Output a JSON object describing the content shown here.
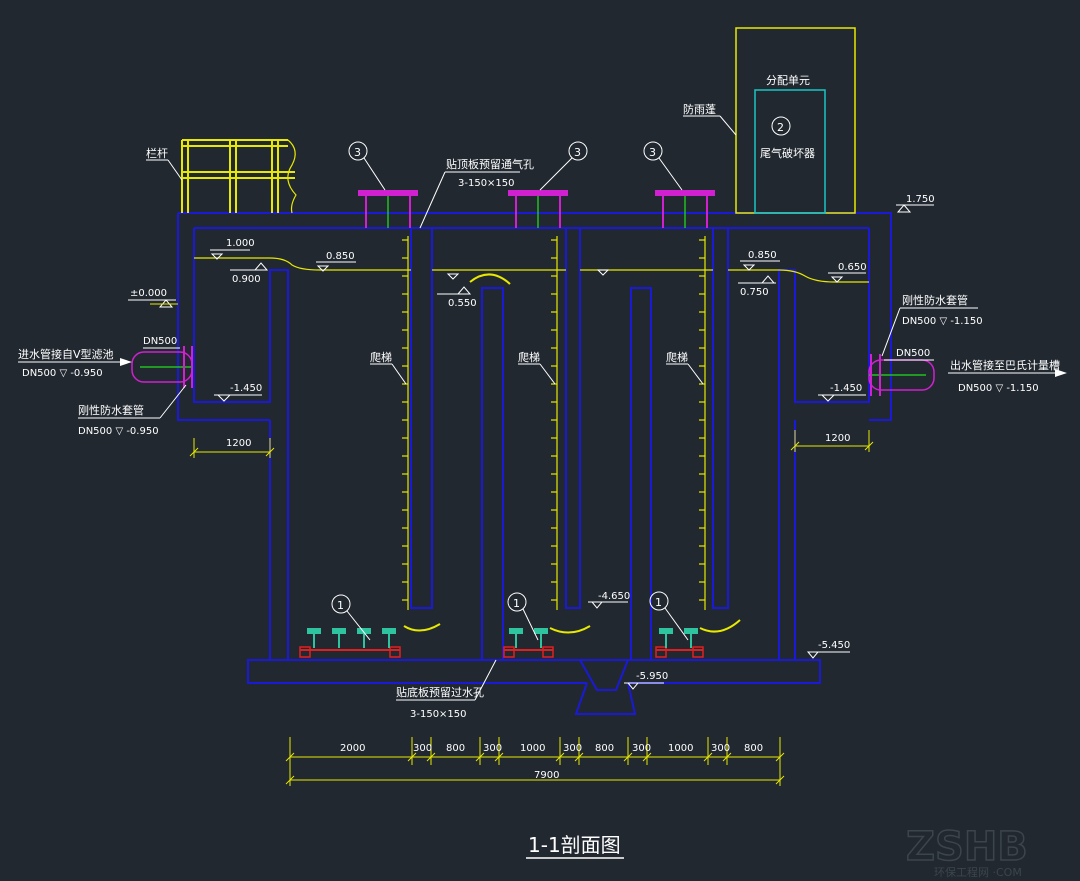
{
  "title": "1-1剖面图",
  "watermark": {
    "logo": "ZSHB",
    "sub": "环保工程网 ·COM"
  },
  "labels": {
    "railing": "栏杆",
    "rain_cover": "防雨蓬",
    "distribution_unit": "分配单元",
    "waste_gas_destroyer": "尾气破坏器",
    "top_vent": "贴顶板预留通气孔",
    "top_vent_size": "3-150×150",
    "bottom_hole": "贴底板预留过水孔",
    "bottom_hole_size": "3-150×150",
    "ladder": "爬梯",
    "inlet_desc": "进水管接自V型滤池",
    "inlet_spec": "DN500 ▽ -0.950",
    "inlet_dn": "DN500",
    "inlet_sleeve": "刚性防水套管",
    "inlet_sleeve_spec": "DN500 ▽ -0.950",
    "outlet_desc": "出水管接至巴氏计量槽",
    "outlet_spec": "DN500 ▽ -1.150",
    "outlet_dn": "DN500",
    "outlet_sleeve": "刚性防水套管",
    "outlet_sleeve_spec": "DN500 ▽ -1.150"
  },
  "callouts": {
    "c1": "1",
    "c2": "2",
    "c3": "3"
  },
  "elevations": {
    "e1750": "1.750",
    "e1000": "1.000",
    "e0900": "0.900",
    "e0850a": "0.850",
    "e0850b": "0.850",
    "e0750": "0.750",
    "e0650": "0.650",
    "e0550": "0.550",
    "e0000": "±0.000",
    "e1450a": "-1.450",
    "e1450b": "-1.450",
    "e4650": "-4.650",
    "e5450": "-5.450",
    "e5950": "-5.950"
  },
  "dims": {
    "d1200a": "1200",
    "d1200b": "1200",
    "d2000": "2000",
    "d300a": "300",
    "d800a": "800",
    "d300b": "300",
    "d1000a": "1000",
    "d300c": "300",
    "d800b": "800",
    "d300d": "300",
    "d1000b": "1000",
    "d300e": "300",
    "d800c": "800",
    "total": "7900"
  },
  "colors": {
    "background": "#212830",
    "structure": "#1a1ad6",
    "dim_yellow": "#e8e800",
    "pipe_magenta": "#d020d0",
    "pipe_green": "#20c020",
    "cyan": "#19c6c6",
    "diffuser": "#2ec4a0",
    "red": "#e02020"
  }
}
